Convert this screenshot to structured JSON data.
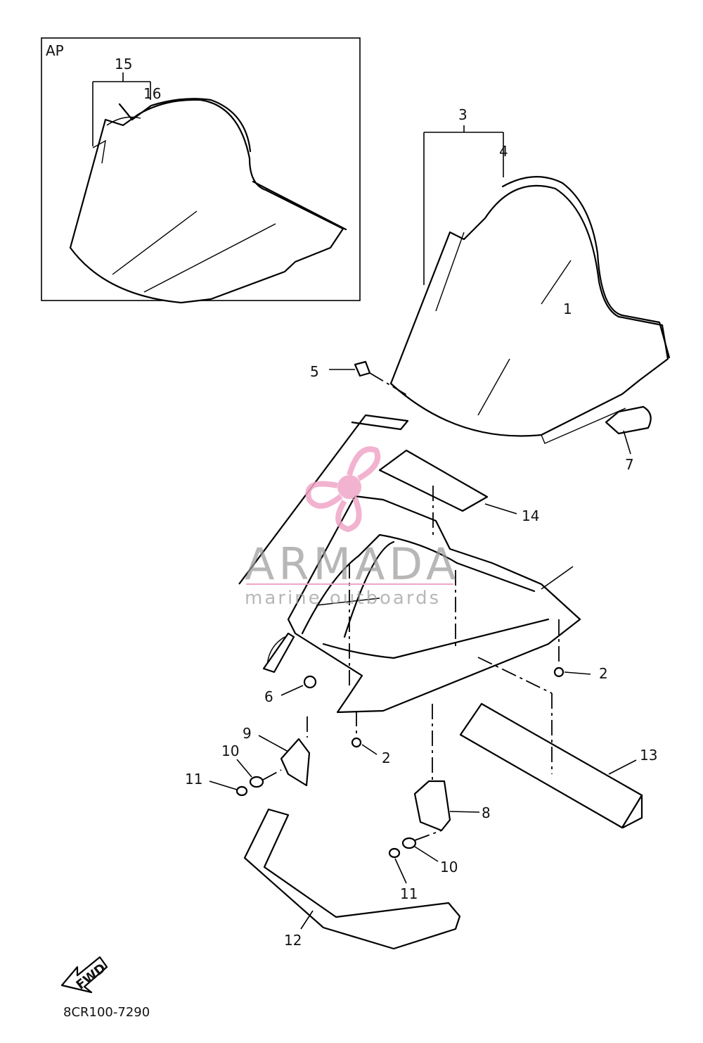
{
  "inset": {
    "label": "AP"
  },
  "callouts": {
    "c1": "1",
    "c2a": "2",
    "c2b": "2",
    "c3": "3",
    "c4": "4",
    "c5": "5",
    "c6": "6",
    "c7": "7",
    "c8": "8",
    "c9": "9",
    "c10a": "10",
    "c10b": "10",
    "c11a": "11",
    "c11b": "11",
    "c12": "12",
    "c13": "13",
    "c14": "14",
    "c15": "15",
    "c16": "16"
  },
  "watermark": {
    "brand": "ARMADA",
    "tagline": "marine outboards",
    "logo_color": "#f0a6c8"
  },
  "fwd_arrow": {
    "text": "FWD"
  },
  "diagram_code": "8CR100-7290"
}
